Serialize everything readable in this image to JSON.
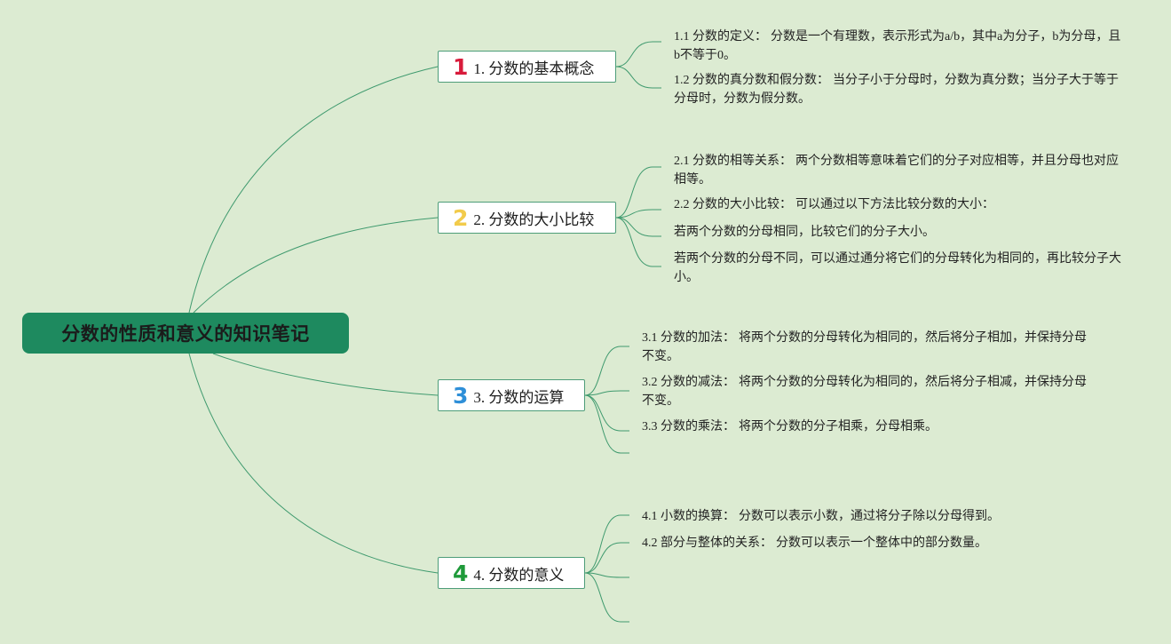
{
  "colors": {
    "background": "#dcebd2",
    "root_fill": "#1e8a5f",
    "connector": "#3f9a6e",
    "branch_border": "#4d9d79"
  },
  "root": {
    "title": "分数的性质和意义的知识笔记"
  },
  "branches": [
    {
      "number": "1",
      "number_color": "#d81b3b",
      "label": "1. 分数的基本概念",
      "leaves": [
        {
          "heading": "1.1 分数的定义：",
          "text": "分数是一个有理数，表示形式为a/b，其中a为分子，b为分母，且b不等于0。"
        },
        {
          "heading": "1.2 分数的真分数和假分数：",
          "text": "当分子小于分母时，分数为真分数；当分子大于等于分母时，分数为假分数。"
        }
      ]
    },
    {
      "number": "2",
      "number_color": "#f2cb4b",
      "label": "2. 分数的大小比较",
      "leaves": [
        {
          "heading": "2.1 分数的相等关系：",
          "text": "两个分数相等意味着它们的分子对应相等，并且分母也对应相等。"
        },
        {
          "heading": "2.2 分数的大小比较：",
          "text": "可以通过以下方法比较分数的大小："
        },
        {
          "heading": "",
          "text": "若两个分数的分母相同，比较它们的分子大小。"
        },
        {
          "heading": "",
          "text": "若两个分数的分母不同，可以通过通分将它们的分母转化为相同的，再比较分子大小。"
        }
      ]
    },
    {
      "number": "3",
      "number_color": "#2e8fd8",
      "label": "3. 分数的运算",
      "leaves": [
        {
          "heading": "3.1 分数的加法：",
          "text": "将两个分数的分母转化为相同的，然后将分子相加，并保持分母不变。"
        },
        {
          "heading": "3.2 分数的减法：",
          "text": "将两个分数的分母转化为相同的，然后将分子相减，并保持分母不变。"
        },
        {
          "heading": "3.3 分数的乘法：",
          "text": "将两个分数的分子相乘，分母相乘。"
        },
        {
          "heading": "",
          "text": ""
        }
      ]
    },
    {
      "number": "4",
      "number_color": "#1f9a3a",
      "label": "4. 分数的意义",
      "leaves": [
        {
          "heading": "4.1 小数的换算：",
          "text": "分数可以表示小数，通过将分子除以分母得到。"
        },
        {
          "heading": "4.2 部分与整体的关系：",
          "text": "分数可以表示一个整体中的部分数量。"
        },
        {
          "heading": "",
          "text": ""
        },
        {
          "heading": "",
          "text": ""
        }
      ]
    }
  ]
}
